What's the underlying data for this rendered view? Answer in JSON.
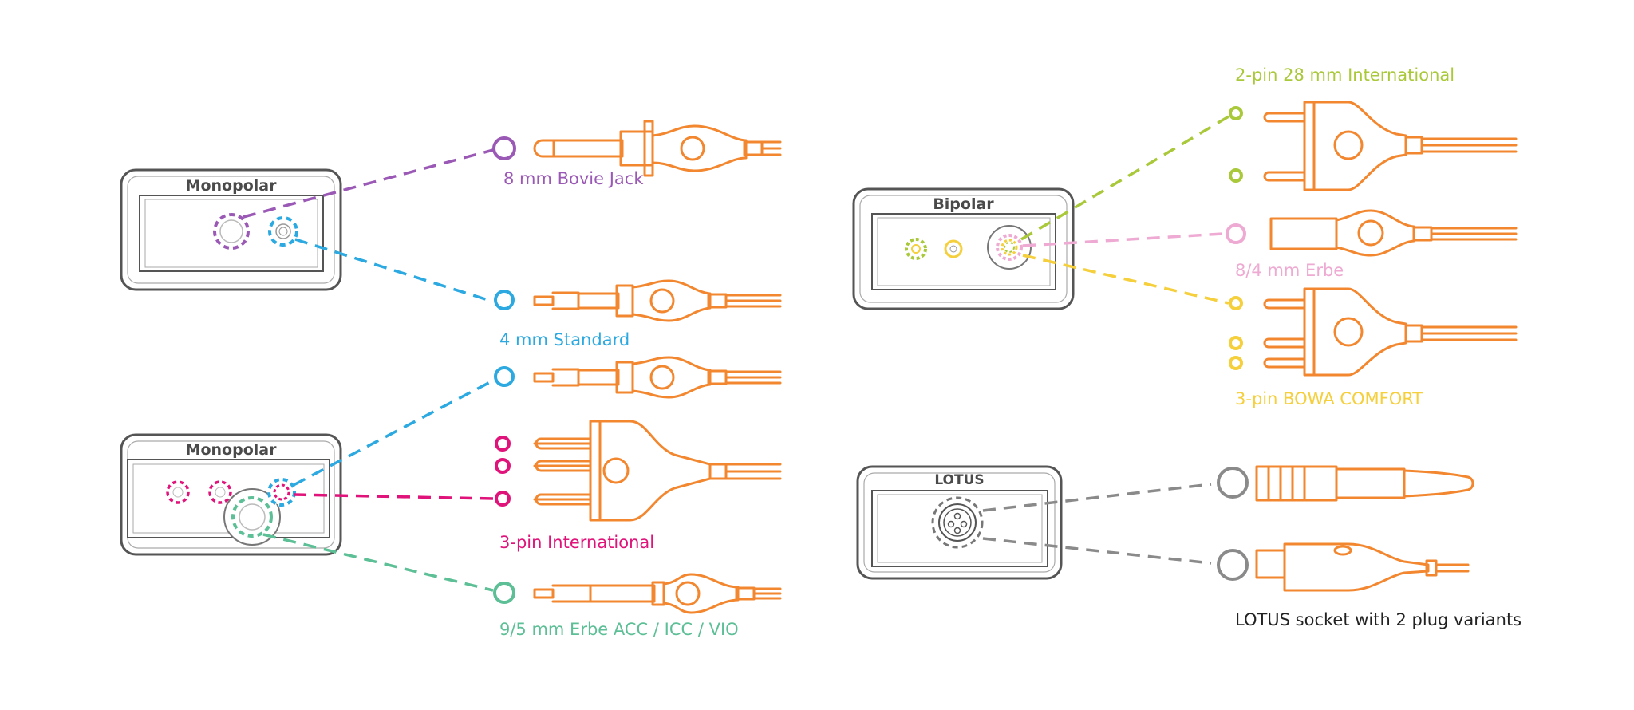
{
  "colors": {
    "purple": "#9b59b6",
    "cyan": "#2ba9e0",
    "magenta": "#e0137a",
    "teal": "#5dbf96",
    "lime": "#a9c93a",
    "pink": "#eeaad2",
    "yellow": "#f5cf3c",
    "gray": "#8a8a8a",
    "orange": "#f2872f",
    "box": "#555555"
  },
  "boxes": {
    "mono1": "Monopolar",
    "mono2": "Monopolar",
    "bipolar": "Bipolar",
    "lotus": "LOTUS"
  },
  "labels": {
    "bovie": "8 mm Bovie Jack",
    "standard": "4 mm Standard",
    "intl3": "3-pin International",
    "erbeAcc": "9/5 mm Erbe ACC / ICC / VIO",
    "intl2": "2-pin 28 mm International",
    "erbe84": "8/4 mm Erbe",
    "bowa": "3-pin BOWA COMFORT",
    "lotus": "LOTUS socket with 2 plug variants"
  }
}
